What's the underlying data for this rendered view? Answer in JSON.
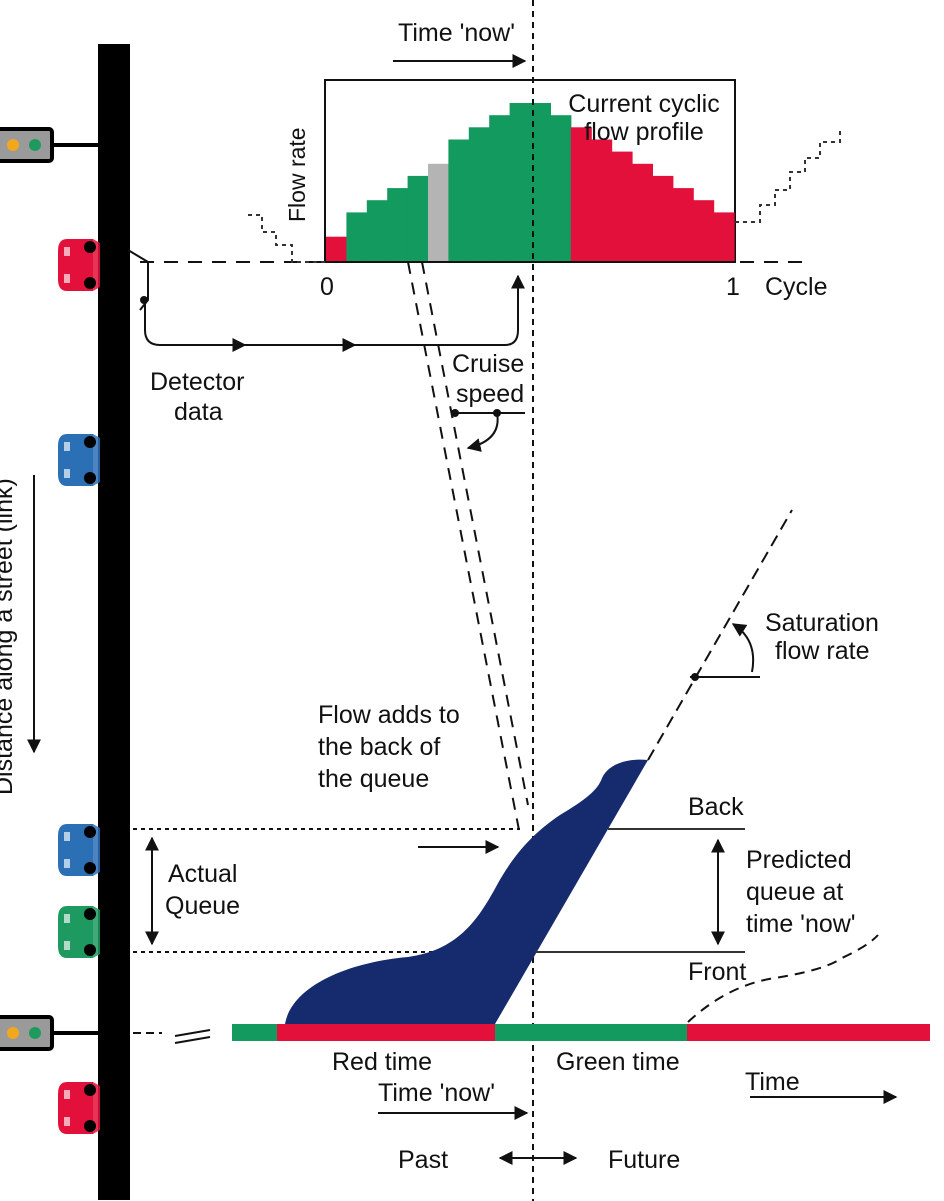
{
  "colors": {
    "green": "#139a5e",
    "red": "#e2103a",
    "gray": "#b4b4b4",
    "navy": "#162a6e",
    "pole": "#000000",
    "car_red": "#e2103a",
    "car_blue": "#2b6fb5",
    "car_green": "#1e9a60",
    "line": "#333333"
  },
  "labels": {
    "time_now_top": "Time 'now'",
    "current_profile_line1": "Current cyclic",
    "current_profile_line2": "flow profile",
    "flow_rate": "Flow rate",
    "cycle_start": "0",
    "cycle_end": "1",
    "cycle": "Cycle",
    "detector_line1": "Detector",
    "detector_line2": "data",
    "cruise_line1": "Cruise",
    "cruise_line2": "speed",
    "distance": "Distance along a street (link)",
    "saturation_line1": "Saturation",
    "saturation_line2": "flow rate",
    "flow_adds_line1": "Flow adds to",
    "flow_adds_line2": "the back of",
    "flow_adds_line3": "the queue",
    "back": "Back",
    "front": "Front",
    "predicted_line1": "Predicted",
    "predicted_line2": "queue at",
    "predicted_line3": "time 'now'",
    "actual_line1": "Actual",
    "actual_line2": "Queue",
    "red_time": "Red time",
    "green_time": "Green time",
    "time": "Time",
    "time_now_bottom": "Time 'now'",
    "past": "Past",
    "future": "Future"
  },
  "icons": {
    "traffic_light": "traffic-light-icon",
    "car": "car-icon"
  },
  "cars": [
    {
      "name": "car-red-upstream",
      "color": "car_red"
    },
    {
      "name": "car-blue-midlink",
      "color": "car_blue"
    },
    {
      "name": "car-blue-queue",
      "color": "car_blue"
    },
    {
      "name": "car-green-queue",
      "color": "car_green"
    },
    {
      "name": "car-red-downstream",
      "color": "car_red"
    }
  ],
  "chart_data": {
    "type": "bar",
    "xlabel": "Cycle",
    "ylabel": "Flow rate",
    "xlim": [
      0,
      1
    ],
    "bins": 20,
    "values": [
      2,
      4,
      5,
      6,
      7,
      8,
      10,
      11,
      12,
      13,
      13,
      12,
      11,
      10,
      9,
      8,
      7,
      6,
      5,
      4
    ],
    "bin_colors": [
      "red",
      "green",
      "green",
      "green",
      "green",
      "gray",
      "green",
      "green",
      "green",
      "green",
      "green",
      "green",
      "red",
      "red",
      "red",
      "red",
      "red",
      "red",
      "red",
      "red"
    ]
  }
}
